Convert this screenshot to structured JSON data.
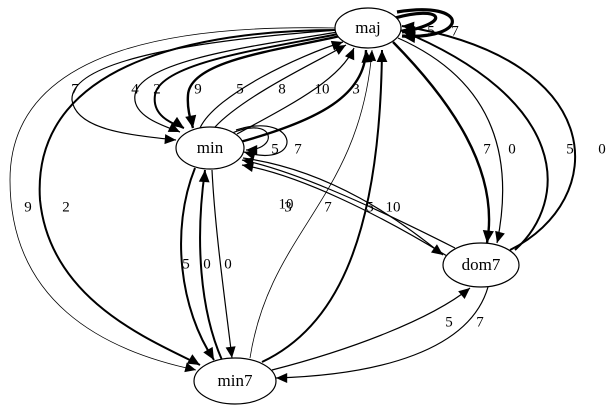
{
  "graph": {
    "nodes": [
      {
        "id": "maj",
        "label": "maj"
      },
      {
        "id": "min",
        "label": "min"
      },
      {
        "id": "dom7",
        "label": "dom7"
      },
      {
        "id": "min7",
        "label": "min7"
      }
    ],
    "edges": [
      {
        "from": "maj",
        "to": "maj",
        "label": "5"
      },
      {
        "from": "maj",
        "to": "maj",
        "label": "7"
      },
      {
        "from": "maj",
        "to": "min",
        "label": "7"
      },
      {
        "from": "maj",
        "to": "min",
        "label": "4"
      },
      {
        "from": "maj",
        "to": "min",
        "label": "2"
      },
      {
        "from": "maj",
        "to": "min",
        "label": "9"
      },
      {
        "from": "min",
        "to": "maj",
        "label": "5"
      },
      {
        "from": "min",
        "to": "maj",
        "label": "8"
      },
      {
        "from": "min",
        "to": "maj",
        "label": "10"
      },
      {
        "from": "min",
        "to": "maj",
        "label": "3"
      },
      {
        "from": "min",
        "to": "min",
        "label": "5"
      },
      {
        "from": "min",
        "to": "min",
        "label": "7"
      },
      {
        "from": "maj",
        "to": "dom7",
        "label": "7"
      },
      {
        "from": "maj",
        "to": "dom7",
        "label": "0"
      },
      {
        "from": "dom7",
        "to": "maj",
        "label": "5"
      },
      {
        "from": "dom7",
        "to": "maj",
        "label": "0"
      },
      {
        "from": "min",
        "to": "dom7",
        "label": "7"
      },
      {
        "from": "dom7",
        "to": "min",
        "label": "5"
      },
      {
        "from": "dom7",
        "to": "min",
        "label": "10"
      },
      {
        "from": "maj",
        "to": "min7",
        "label": "9"
      },
      {
        "from": "maj",
        "to": "min7",
        "label": "2"
      },
      {
        "from": "min7",
        "to": "maj",
        "label": "3"
      },
      {
        "from": "min7",
        "to": "maj",
        "label": "10"
      },
      {
        "from": "min",
        "to": "min7",
        "label": "5"
      },
      {
        "from": "min7",
        "to": "min",
        "label": "0"
      },
      {
        "from": "min",
        "to": "min7",
        "label": "0"
      },
      {
        "from": "min7",
        "to": "dom7",
        "label": "5"
      },
      {
        "from": "dom7",
        "to": "min7",
        "label": "7"
      }
    ]
  },
  "colors": {
    "stroke": "#000000",
    "background": "#ffffff"
  }
}
